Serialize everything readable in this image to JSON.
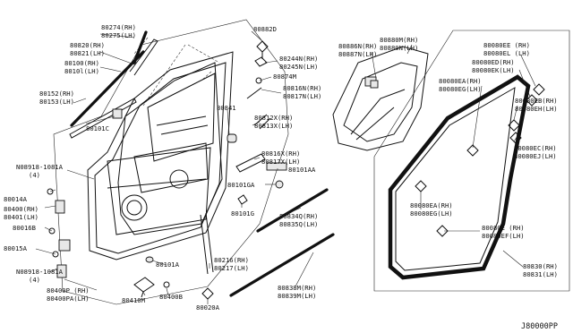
{
  "labels": {
    "l80274": "80274(RH)",
    "l80275": "80275(LH)",
    "l80820": "80820(RH)",
    "l80821": "80821(LH)",
    "l80100": "80100(RH)",
    "l80101": "8010l(LH)",
    "l80152": "80152(RH)",
    "l80153": "80153(LH)",
    "l80101c": "80101C",
    "l80882d": "80882D",
    "l80244": "80244N(RH)",
    "l80245": "80245N(LH)",
    "l80874": "80874M",
    "l80816n": "80816N(RH)",
    "l80817n": "80817N(LH)",
    "l80841": "80841",
    "l80812": "80812X(RH)",
    "l80813": "80813X(LH)",
    "l80816x": "80816X(RH)",
    "l80817x": "80817X(LH)",
    "l80101aa": "80101AA",
    "l80101ga": "80101GA",
    "l80101g": "80101G",
    "l08918a": "N08918-1081A",
    "l08918a_q": "(4)",
    "l80014": "80014A",
    "l80400": "80400(RH)",
    "l80401": "80401(LH)",
    "l80016": "80016B",
    "l80015": "80015A",
    "l08918b": "N08918-1081A",
    "l08918b_q": "(4)",
    "l80400p": "80400P (RH)",
    "l80400pa": "80400PA(LH)",
    "l80101a": "80101A",
    "l80410": "80410M",
    "l80400b": "80400B",
    "l80216": "80216(RH)",
    "l80217": "80217(LH)",
    "l80020": "80020A",
    "l80834": "80834Q(RH)",
    "l80835": "80835Q(LH)",
    "l80838": "80838M(RH)",
    "l80839": "80839M(LH)",
    "l80886": "80886N(RH)",
    "l80887": "80887N(LH)",
    "l80880": "80880M(RH)",
    "l80881": "80880N(LH)",
    "l80080ee": "80080EE (RH)",
    "l80080el": "80080EL (LH)",
    "l80080ed": "80080ED(RH)",
    "l80080ek": "80080EK(LH)",
    "l80080ea": "80080EA(RH)",
    "l80080eg": "80080EG(LH)",
    "l80080eb": "80080EB(RH)",
    "l80080eh": "80080EH(LH)",
    "l80080ec": "80080EC(RH)",
    "l80080ej": "80080EJ(LH)",
    "l80080ea2": "80080EA(RH)",
    "l80080eg2": "80080EG(LH)",
    "l80080e": "80080E  (RH)",
    "l80080ef": "80080EF(LH)",
    "l80830": "80830(RH)",
    "l80831": "80831(LH)"
  },
  "reference_code": "J80000PP"
}
